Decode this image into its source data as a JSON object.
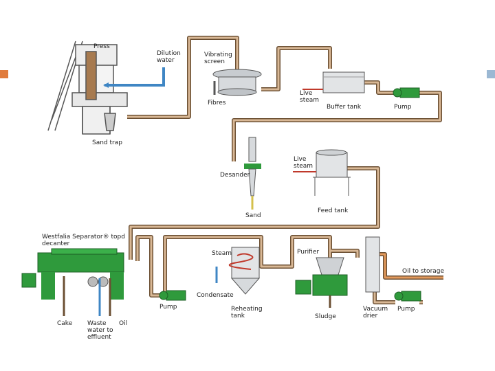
{
  "colors": {
    "pipe_outer": "#6b4f33",
    "pipe_inner": "#d9b896",
    "water": "#3f86c4",
    "green": "#2f9a3c",
    "steel": "#c8ccd0",
    "marker_left": "#e07b3c",
    "marker_right": "#9bb8d3"
  },
  "labels": {
    "press": "Press",
    "dilution_water": "Dilution\nwater",
    "vibrating_screen": "Vibrating\nscreen",
    "fibres": "Fibres",
    "live_steam_1": "Live\nsteam",
    "buffer_tank": "Buffer tank",
    "pump_1": "Pump",
    "sand_trap": "Sand trap",
    "live_steam_2": "Live\nsteam",
    "desander": "Desander",
    "sand": "Sand",
    "feed_tank": "Feed tank",
    "decanter": "Westfalia Separator® topd\ndecanter",
    "steam": "Steam",
    "purifier": "Purifier",
    "oil_to_storage": "Oil to storage",
    "condensate": "Condensate",
    "pump_2": "Pump",
    "reheating_tank": "Reheating\ntank",
    "sludge": "Sludge",
    "vacuum_drier": "Vacuum\ndrier",
    "pump_3": "Pump",
    "cake": "Cake",
    "waste_water": "Waste\nwater to\neffluent",
    "oil": "Oil"
  }
}
